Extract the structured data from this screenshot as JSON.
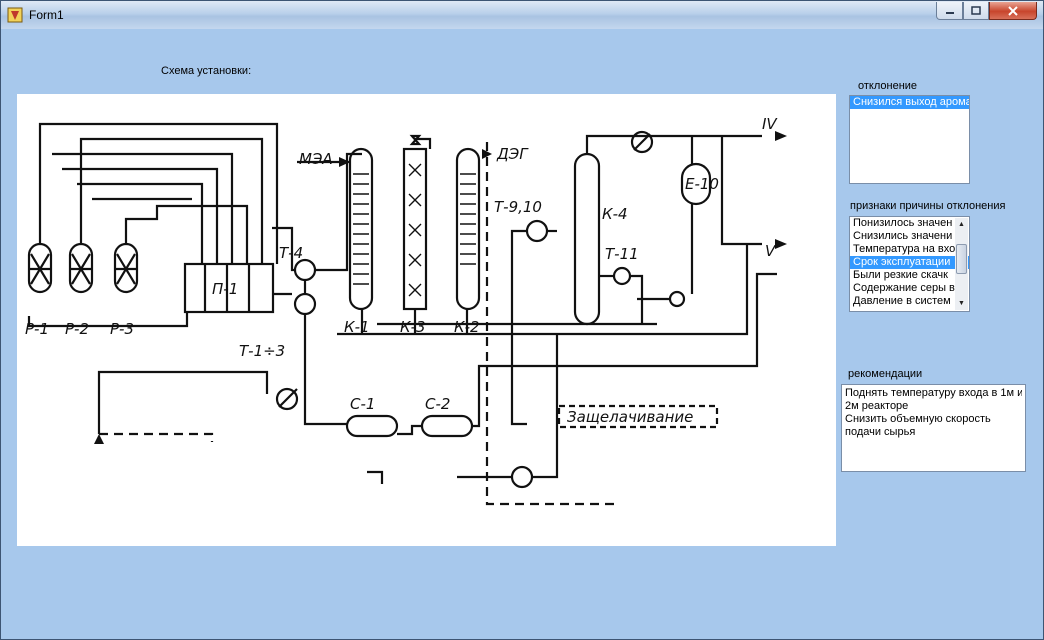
{
  "window": {
    "title": "Form1"
  },
  "scheme": {
    "label": "Схема установки:",
    "labels": {
      "p1": "Р-1",
      "p2": "Р-2",
      "p3": "Р-3",
      "pi1": "П-1",
      "t4": "Т-4",
      "t13": "Т-1÷3",
      "mea": "МЭА",
      "k1": "К-1",
      "k3": "К-3",
      "k2": "К-2",
      "deg": "ДЭГ",
      "t910": "Т-9,10",
      "k4": "К-4",
      "e10": "Е-10",
      "t11": "Т-11",
      "iv": "IV",
      "v": "V",
      "c1": "С-1",
      "c2": "С-2",
      "alkali": "Защелачивание"
    }
  },
  "deviation": {
    "label": "отклонение",
    "items": [
      "Снизился выход арома"
    ],
    "selected_index": 0
  },
  "causes": {
    "label": "признаки причины отклонения",
    "items": [
      "Понизилось значен",
      "Снизились значени",
      "Температура на вхо",
      "Срок эксплуатации",
      "Были резкие скачк",
      "Содержание серы в",
      "Давление в систем"
    ],
    "selected_index": 3
  },
  "recommendations": {
    "label": "рекомендации",
    "lines": [
      "Поднять температуру входа в 1м и",
      "2м реакторе",
      "Снизить объемную скорость",
      "подачи сырья"
    ]
  },
  "icons": {
    "app": "delphi-app-icon",
    "minimize": "minimize-icon",
    "maximize": "maximize-icon",
    "close": "close-icon"
  }
}
